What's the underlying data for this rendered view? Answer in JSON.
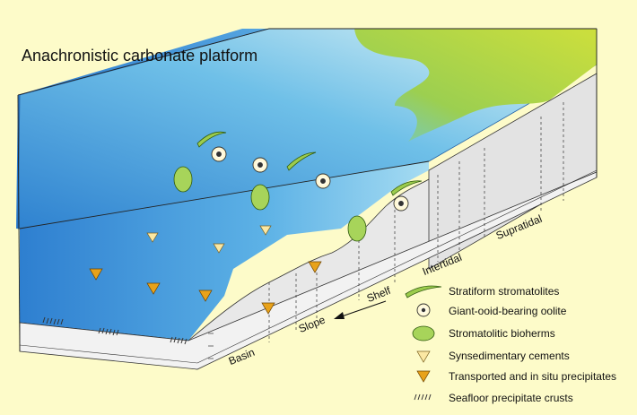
{
  "title": "Anachronistic carbonate platform",
  "zones": {
    "basin": "Basin",
    "slope": "Slope",
    "shelf": "Shelf",
    "intertidal": "Intertidal",
    "supratidal": "Supratidal"
  },
  "legend": [
    {
      "label": "Stratiform stromatolites",
      "icon": "stratiform-stromatolite-icon"
    },
    {
      "label": "Giant-ooid-bearing oolite",
      "icon": "giant-ooid-icon"
    },
    {
      "label": "Stromatolitic bioherms",
      "icon": "stromatolitic-bioherm-icon"
    },
    {
      "label": "Synsedimentary cements",
      "icon": "synsedimentary-cement-icon"
    },
    {
      "label": "Transported and in situ precipitates",
      "icon": "precipitate-fan-icon"
    },
    {
      "label": "Seafloor precipitate crusts",
      "icon": "seafloor-crust-icon"
    }
  ],
  "colors": {
    "background": "#fdfbc9",
    "sea_deep": "#3f8fd6",
    "sea_light": "#d9f1f6",
    "land_green": "#8cc63f",
    "block_side": "#e6e6e6",
    "stromatolite_green": "#9ccc4c",
    "precipitate_orange": "#e8a21a"
  }
}
